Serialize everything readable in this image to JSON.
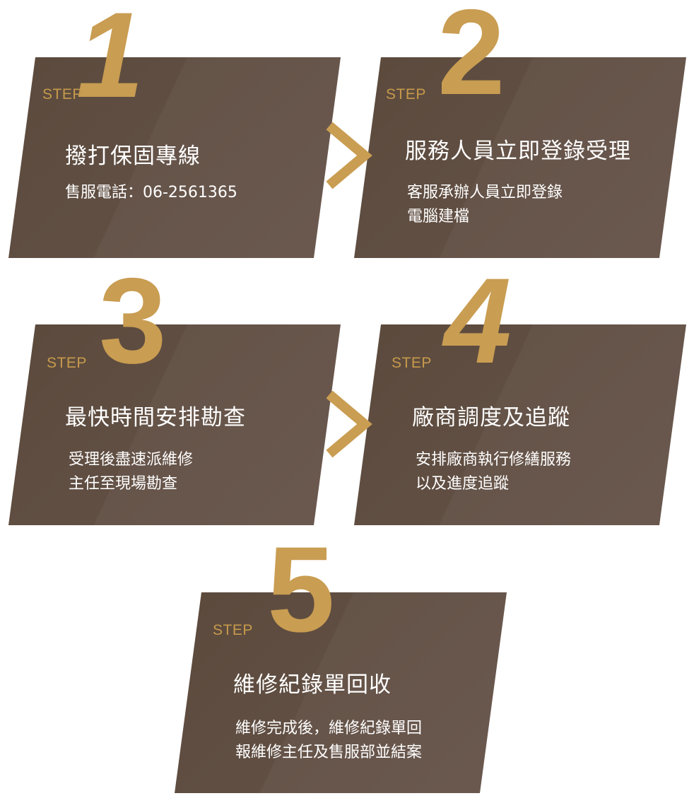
{
  "accent_color": "#c99d52",
  "card_color": "#5e4d40",
  "arrow_icon": "chevron-right-icon",
  "steps": [
    {
      "step_label": "STEP",
      "number": "1",
      "title": "撥打保固專線",
      "desc": [
        "售服電話：06-2561365"
      ]
    },
    {
      "step_label": "STEP",
      "number": "2",
      "title": "服務人員立即登錄受理",
      "desc": [
        "客服承辦人員立即登錄",
        "電腦建檔"
      ]
    },
    {
      "step_label": "STEP",
      "number": "3",
      "title": "最快時間安排勘查",
      "desc": [
        "受理後盡速派維修",
        "主任至現場勘查"
      ]
    },
    {
      "step_label": "STEP",
      "number": "4",
      "title": "廠商調度及追蹤",
      "desc": [
        "安排廠商執行修繕服務",
        "以及進度追蹤"
      ]
    },
    {
      "step_label": "STEP",
      "number": "5",
      "title": "維修紀錄單回收",
      "desc": [
        "維修完成後，維修紀錄單回",
        "報維修主任及售服部並結案"
      ]
    }
  ]
}
